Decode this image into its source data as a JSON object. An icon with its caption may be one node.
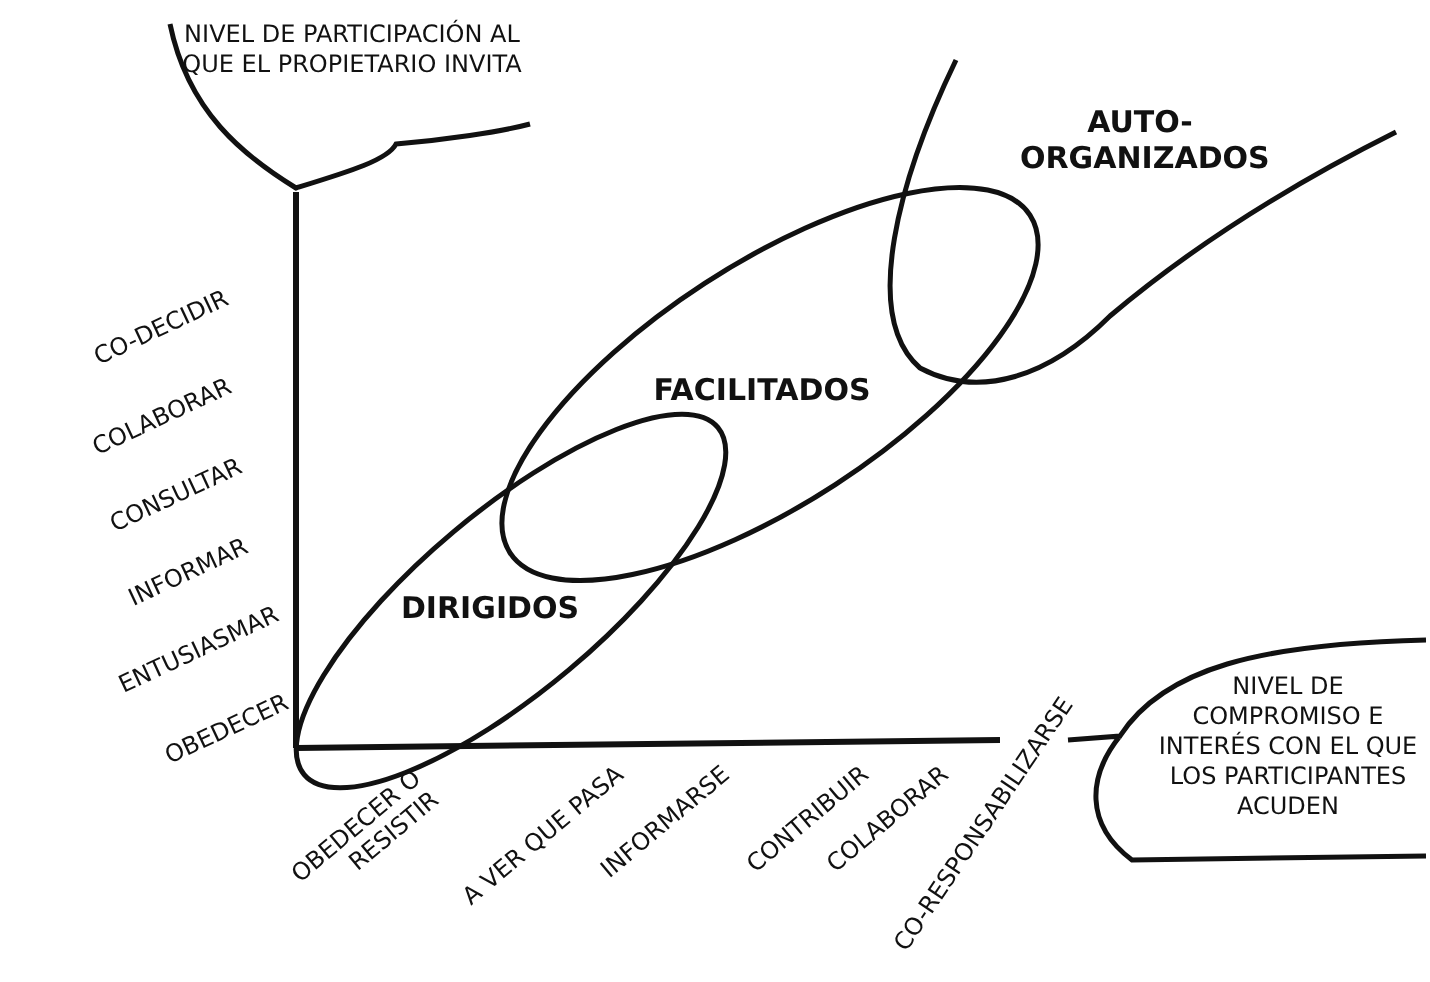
{
  "diagram": {
    "nodes": [
      {
        "text": [
          "NIVEL DE PARTICIPACIÓN AL QUE EL PROPIETARIO INVITA"
        ]
      },
      {
        "text": [
          "DIRIGIDOS"
        ]
      },
      {
        "text": [
          "FACILITADOS"
        ]
      },
      {
        "text": [
          "AUTO- ORGANIZADOS"
        ]
      },
      {
        "text": [
          "NIVEL DE COMPROMISO E INTERÉS CON EL QUE LOS PARTICIPANTES ACUDEN"
        ]
      }
    ],
    "edges": [],
    "labels": [
      "CO-DECIDIR",
      "COLABORAR",
      "CONSULTAR",
      "INFORMAR",
      "ENTUSIASMAR",
      "OBEDECER",
      "OBEDECER O RESISTIR",
      "A VER QUE PASA",
      "INFORMARSE",
      "CONTRIBUIR",
      "COLABORAR",
      "CO-RESPONSABILIZARSE"
    ]
  }
}
